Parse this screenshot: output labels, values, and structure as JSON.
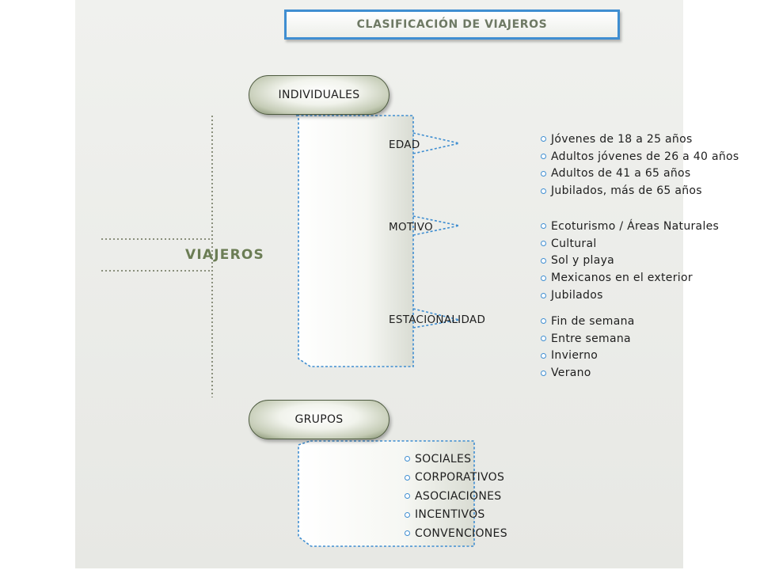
{
  "title": "CLASIFICACIÓN DE VIAJEROS",
  "root": "VIAJEROS",
  "individuales": {
    "label": "INDIVIDUALES",
    "categories": {
      "edad": {
        "label": "EDAD",
        "items": [
          "Jóvenes de 18 a 25 años",
          "Adultos jóvenes de 26 a 40 años",
          "Adultos de 41 a 65 años",
          "Jubilados, más de 65 años"
        ]
      },
      "motivo": {
        "label": "MOTIVO",
        "items": [
          "Ecoturismo / Áreas Naturales",
          "Cultural",
          "Sol y playa",
          "Mexicanos en el exterior",
          "Jubilados"
        ]
      },
      "estacionalidad": {
        "label": "ESTACIONALIDAD",
        "items": [
          "Fin de semana",
          "Entre semana",
          "Invierno",
          "Verano"
        ]
      }
    }
  },
  "grupos": {
    "label": "GRUPOS",
    "items": [
      "SOCIALES",
      "CORPORATIVOS",
      "ASOCIACIONES",
      "INCENTIVOS",
      "CONVENCIONES"
    ]
  },
  "colors": {
    "title_border": "#3f8ed1",
    "connector_blue": "#3f8ed1",
    "connector_olive": "#8a8f7c",
    "root_text": "#6b7d55"
  }
}
